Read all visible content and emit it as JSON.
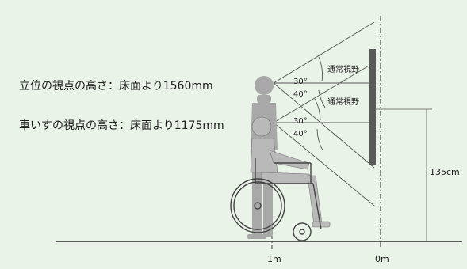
{
  "standing_eye_height_label": "立位の視点の高さ：床面より1560mm",
  "wheelchair_eye_height_label": "車いすの視点の高さ：床面より1175mm",
  "upper_angle_label": "30°",
  "lower_angle_label": "40°",
  "normal_view_label": "通常視野",
  "display_height_label": "135cm",
  "distance_label_1m": "1m",
  "distance_label_0m": "0m",
  "colors": {
    "background": "#e9f3e7",
    "line": "#555555",
    "figure": "#a8a8a8",
    "display_panel": "#5a5a5a"
  }
}
